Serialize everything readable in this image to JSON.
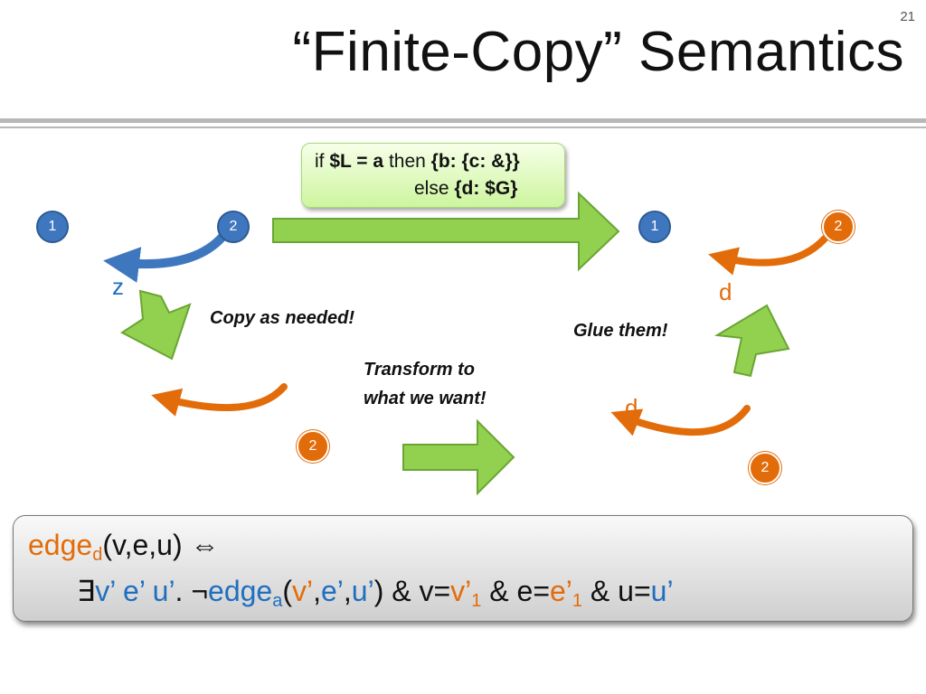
{
  "slide": {
    "number": "21",
    "title": "“Finite-Copy” Semantics"
  },
  "condition": {
    "if_word": "if",
    "test": "$L = a",
    "then_word": "then",
    "then_value": "{b: {c: &}}",
    "else_word": "else",
    "else_value": "{d: $G}"
  },
  "nodes": {
    "left_1": "1",
    "left_2": "2",
    "right_1": "1",
    "right_2": "2",
    "mid_left_2": "2",
    "mid_right_2": "2"
  },
  "edge_labels": {
    "left_z": "z",
    "right_d": "d",
    "mid_d": "d"
  },
  "notes": {
    "copy": "Copy as needed!",
    "glue": "Glue them!",
    "transform_line1": "Transform to",
    "transform_line2": "what we want!"
  },
  "formula": {
    "line1": {
      "edge": "edge",
      "edge_sub": "d",
      "args": "(v,e,u) ⇔"
    },
    "line2": {
      "exists": "∃",
      "vars": "v’ e’ u’",
      "dot_not": ". ¬",
      "edge": "edge",
      "edge_sub": "a",
      "open": "(",
      "a1": "v’",
      "c1": ",",
      "a2": "e’",
      "c2": ",",
      "a3": "u’",
      "close_v": ") & v=",
      "vp": "v’",
      "vp_sub": "1",
      "amp_e": " & e=",
      "ep": "e’",
      "ep_sub": "1",
      "amp_u": " & u=",
      "up": "u’"
    }
  },
  "colors": {
    "blue": "#3f77bf",
    "orange": "#e36c0a",
    "green_arrow": "#92d050",
    "green_border": "#6aa532"
  }
}
